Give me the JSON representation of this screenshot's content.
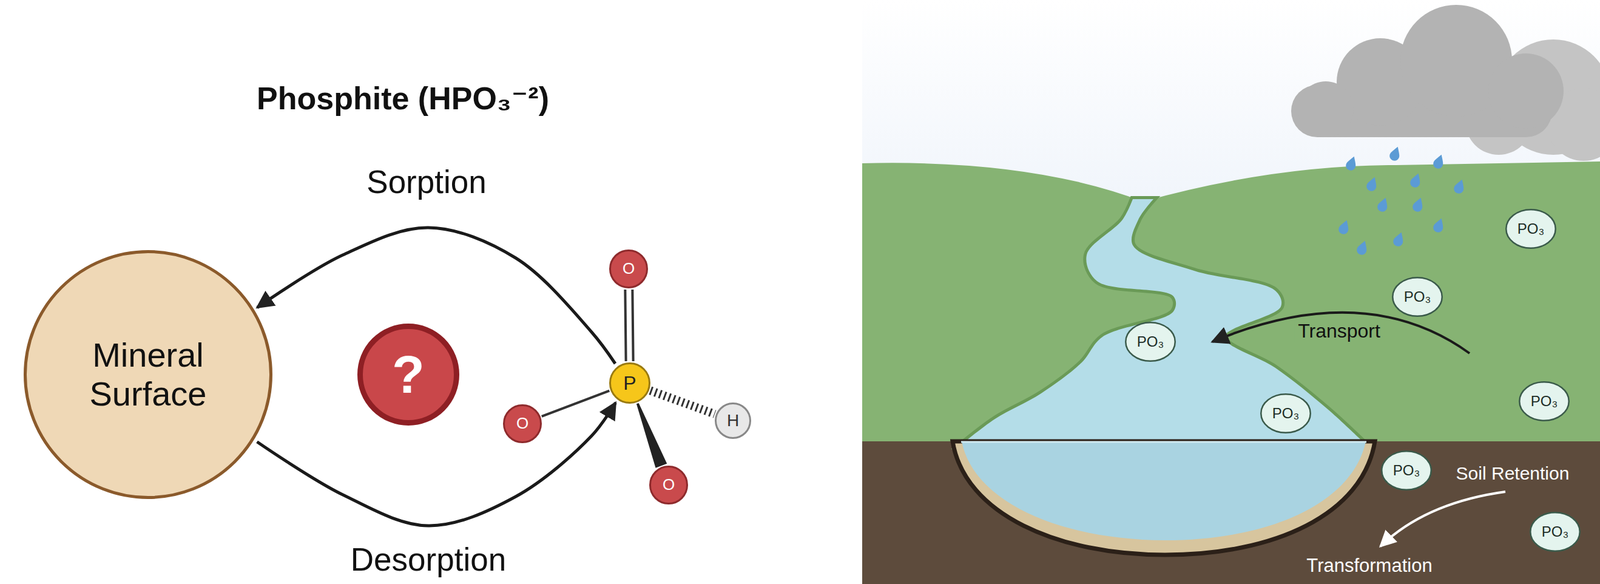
{
  "diagram": {
    "title": "Phosphite (HPO₃⁻²)",
    "nodes": [
      {
        "text": [
          "Mineral Surface"
        ]
      },
      {
        "text": [
          "?"
        ]
      },
      {
        "text": [
          "O"
        ]
      },
      {
        "text": [
          "O"
        ]
      },
      {
        "text": [
          "P"
        ]
      },
      {
        "text": [
          "H"
        ]
      },
      {
        "text": [
          "O"
        ]
      },
      {
        "text": [
          "PO₃"
        ]
      },
      {
        "text": [
          "PO₃"
        ]
      },
      {
        "text": [
          "PO₃"
        ]
      },
      {
        "text": [
          "PO₃"
        ]
      },
      {
        "text": [
          "PO₃"
        ]
      },
      {
        "text": [
          "PO₃"
        ]
      },
      {
        "text": [
          "PO₃"
        ]
      }
    ],
    "edges": [
      {
        "from": 4,
        "to": 0,
        "label": "Sorption",
        "arrow": "to"
      },
      {
        "from": 0,
        "to": 4,
        "label": "Desorption",
        "arrow": "to"
      },
      {
        "from": 4,
        "to": 2,
        "arrow": "none"
      },
      {
        "from": 4,
        "to": 3,
        "arrow": "none"
      },
      {
        "from": 4,
        "to": 5,
        "arrow": "none"
      },
      {
        "from": 4,
        "to": 6,
        "arrow": "none"
      }
    ],
    "labels": [
      "Transport",
      "Soil Retention",
      "Transformation"
    ]
  }
}
